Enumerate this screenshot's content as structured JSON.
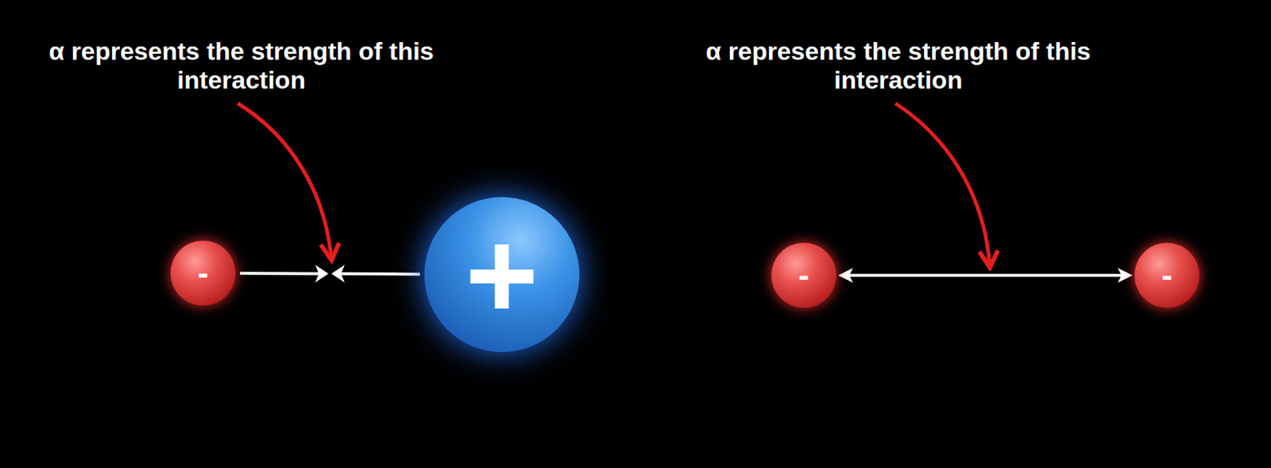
{
  "diagram": {
    "nodes": [
      {
        "text": [
          "-"
        ]
      },
      {
        "text": [
          "+"
        ]
      },
      {
        "text": [
          "-"
        ]
      },
      {
        "text": [
          "-"
        ]
      }
    ],
    "edges": [
      {
        "from": 0,
        "to": 1,
        "arrow": "none"
      },
      {
        "from": 2,
        "to": 3,
        "arrow": "both"
      }
    ],
    "labels": [
      "α represents the strength of this interaction",
      "α represents the strength of this interaction"
    ]
  }
}
